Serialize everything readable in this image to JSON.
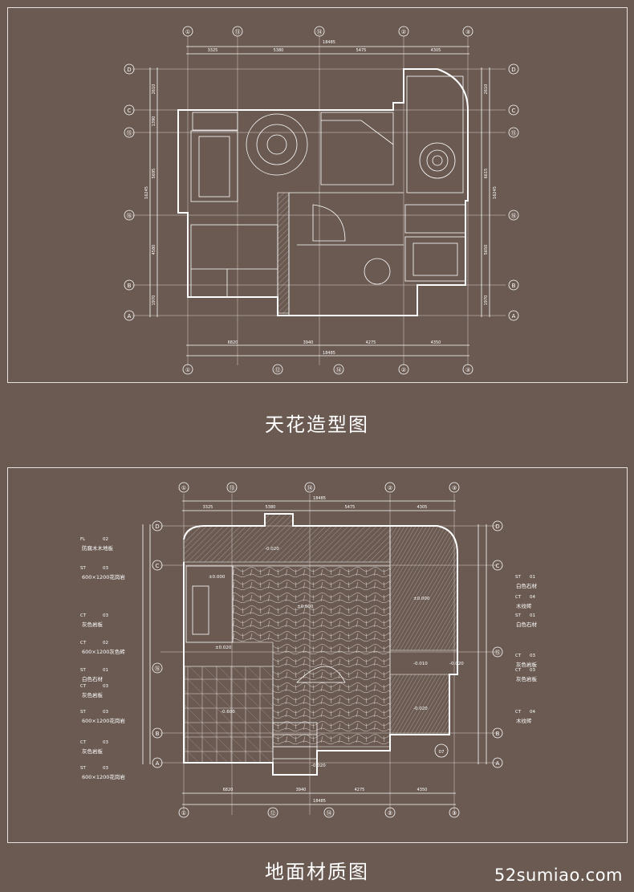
{
  "captions": {
    "ceiling_plan": "天花造型图",
    "floor_plan": "地面材质图"
  },
  "watermark": "52sumiao.com",
  "ceiling_drawing": {
    "grid_top": [
      "①",
      "⑬",
      "⑭",
      "②",
      "③"
    ],
    "grid_bottom": [
      "①",
      "⑫",
      "⑭",
      "②",
      "③"
    ],
    "grid_rows": [
      "D",
      "C",
      "⑮",
      "⑯",
      "B",
      "A"
    ],
    "dims_top_total": "18485",
    "dims_top": [
      "3325",
      "5380",
      "5475",
      "4305"
    ],
    "dims_bottom_total": "18485",
    "dims_bottom": [
      "6820",
      "3940",
      "4275",
      "4350"
    ],
    "dims_left": [
      "2610",
      "1390",
      "5695",
      "4580",
      "1970"
    ],
    "dims_left_total": "16245",
    "dims_right": [
      "2610",
      "6615",
      "5650",
      "1970"
    ],
    "dims_right_total": "16245"
  },
  "floor_drawing": {
    "grid_top": [
      "①",
      "⑬",
      "⑭",
      "②",
      "③"
    ],
    "grid_bottom": [
      "①",
      "⑫",
      "⑭",
      "②",
      "③"
    ],
    "grid_rows": [
      "D",
      "C",
      "⑮",
      "⑯",
      "B",
      "A"
    ],
    "dims_top_total": "18485",
    "dims_top": [
      "3325",
      "5380",
      "5475",
      "4305"
    ],
    "dims_bottom_total": "18485",
    "dims_bottom": [
      "6820",
      "3940",
      "4275",
      "4350"
    ],
    "levels": [
      "-0.020",
      "±0.000",
      "±0.000",
      "±0.020",
      "-0.010",
      "-0.020",
      "±0.000",
      "-0.600",
      "-0.020",
      "-0.020"
    ],
    "section_marker": "07",
    "legend_left": [
      {
        "code": "FL",
        "num": "02",
        "name": "防腐木木地板"
      },
      {
        "code": "ST",
        "num": "03",
        "name": "600×1200花岗岩"
      },
      {
        "code": "CT",
        "num": "03",
        "name": "灰色岩板"
      },
      {
        "code": "CT",
        "num": "02",
        "name": "600×1200灰色砖"
      },
      {
        "code": "ST",
        "num": "01",
        "name": "白色石材"
      },
      {
        "code": "CT",
        "num": "03",
        "name": "灰色岩板"
      },
      {
        "code": "ST",
        "num": "03",
        "name": "600×1200花岗岩"
      },
      {
        "code": "CT",
        "num": "03",
        "name": "灰色岩板"
      },
      {
        "code": "ST",
        "num": "03",
        "name": "600×1200花岗岩"
      }
    ],
    "legend_right": [
      {
        "code": "ST",
        "num": "01",
        "name": "白色石材"
      },
      {
        "code": "CT",
        "num": "04",
        "name": "木纹砖"
      },
      {
        "code": "ST",
        "num": "01",
        "name": "白色石材"
      },
      {
        "code": "CT",
        "num": "03",
        "name": "灰色岩板"
      },
      {
        "code": "CT",
        "num": "03",
        "name": "灰色岩板"
      },
      {
        "code": "CT",
        "num": "04",
        "name": "木纹砖"
      }
    ]
  }
}
